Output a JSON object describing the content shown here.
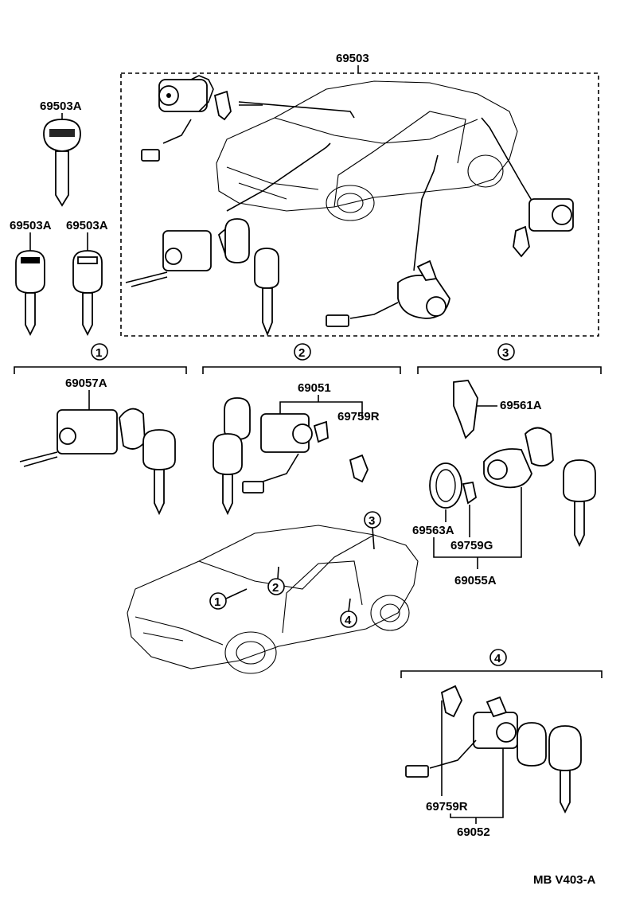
{
  "labels": {
    "kit": "69503",
    "key_master": "69503A",
    "key_a": "69503A",
    "key_b": "69503A",
    "ign_cyl": "69057A",
    "door_set": "69051",
    "clip_r_2": "69759R",
    "cover_3": "69561A",
    "ring_3": "69563A",
    "clip_g_3": "69759G",
    "trunk_cyl": "69055A",
    "clip_r_4": "69759R",
    "door_cyl_4": "69052",
    "footer": "MB V403-A"
  },
  "callouts": {
    "c1": "1",
    "c2": "2",
    "c3": "3",
    "c4": "4"
  }
}
